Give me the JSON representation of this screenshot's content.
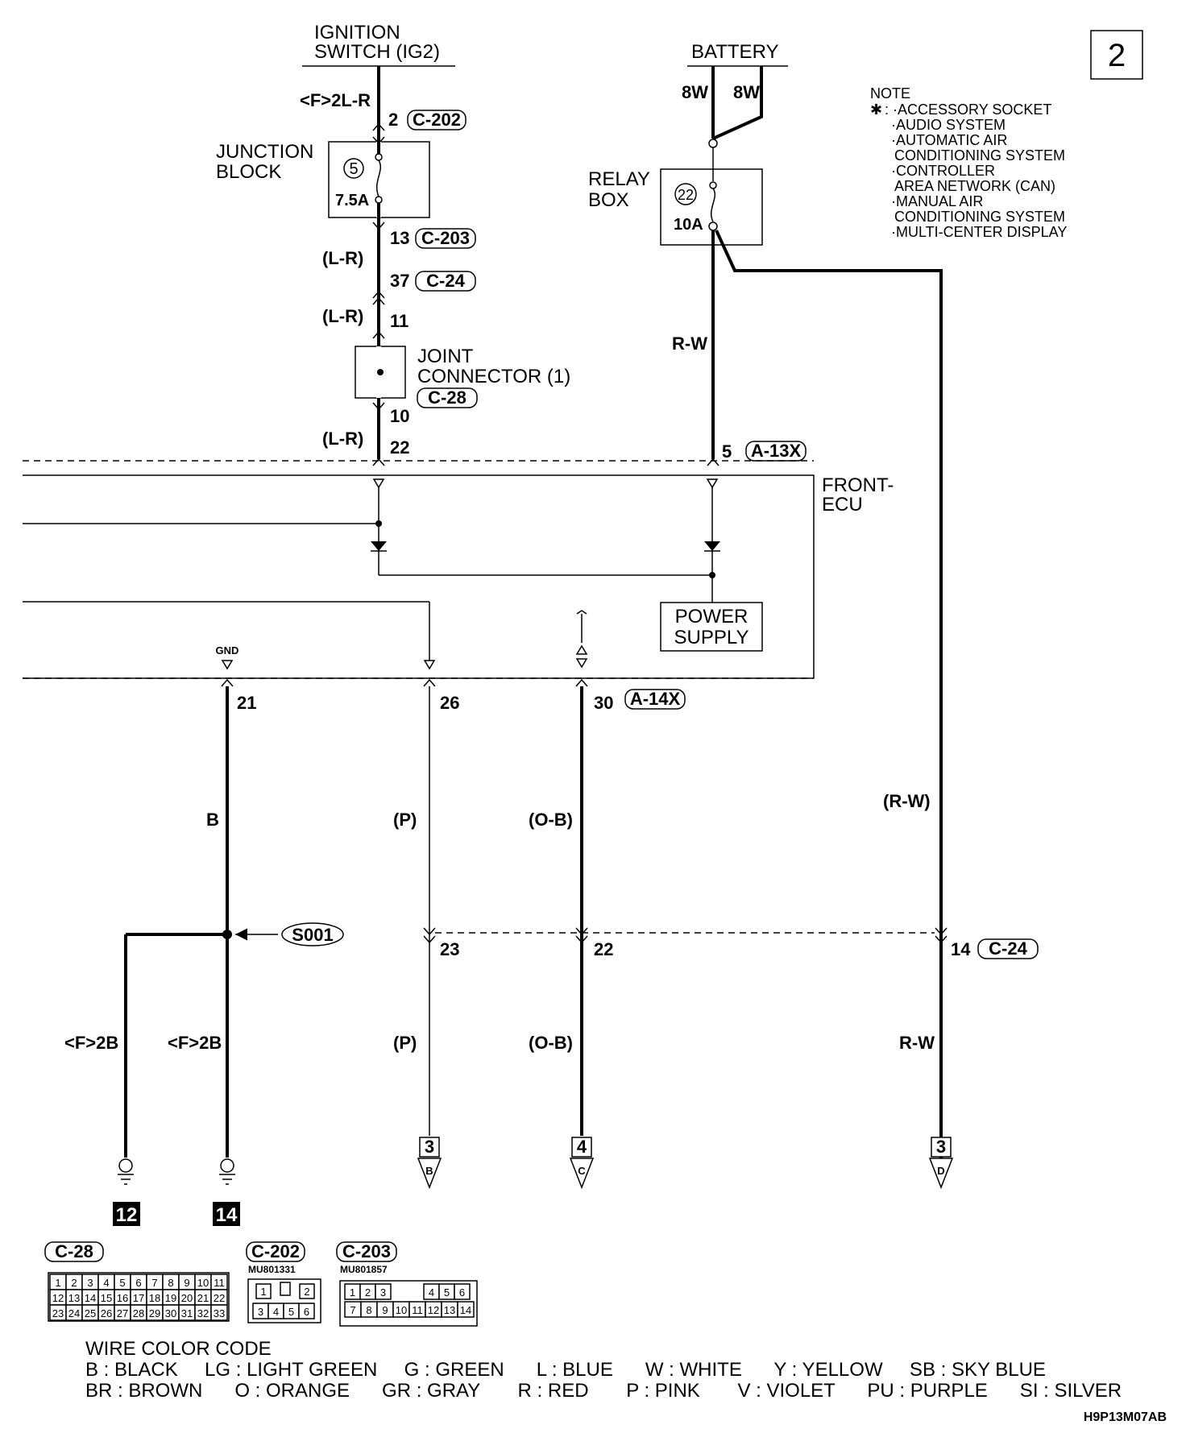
{
  "page_number": "2",
  "note": {
    "title": "NOTE",
    "star": "✱",
    "lines": [
      ": ·ACCESSORY SOCKET",
      "·AUDIO SYSTEM",
      "·AUTOMATIC AIR",
      "CONDITIONING SYSTEM",
      "·CONTROLLER",
      "AREA NETWORK (CAN)",
      "·MANUAL AIR",
      "CONDITIONING SYSTEM",
      "·MULTI-CENTER DISPLAY"
    ]
  },
  "ignition": {
    "label1": "IGNITION",
    "label2": "SWITCH (IG2)",
    "wire": "<F>2L-R",
    "pin": "2",
    "conn": "C-202"
  },
  "junction": {
    "label1": "JUNCTION",
    "label2": "BLOCK",
    "fuse_no": "5",
    "fuse_amp": "7.5A",
    "pin_out": "13",
    "conn_out": "C-203"
  },
  "lr_wire": "(L-R)",
  "c24a": {
    "pin": "37",
    "conn": "C-24"
  },
  "joint": {
    "label1": "JOINT",
    "label2": "CONNECTOR (1)",
    "conn": "C-28",
    "pin_in": "11",
    "pin_out": "10"
  },
  "ecu_pin22": "22",
  "battery": {
    "label": "BATTERY",
    "w1": "8W",
    "w2": "8W"
  },
  "relay": {
    "label1": "RELAY",
    "label2": "BOX",
    "fuse_no": "22",
    "fuse_amp": "10A",
    "wire": "R-W",
    "pin": "5",
    "conn": "A-13X"
  },
  "ecu": {
    "label1": "FRONT-",
    "label2": "ECU",
    "power1": "POWER",
    "power2": "SUPPLY",
    "gnd": "GND",
    "conn_bottom": "A-14X"
  },
  "bottom_pins": {
    "p21": "21",
    "p26": "26",
    "p30": "30"
  },
  "wires": {
    "b": "B",
    "p": "(P)",
    "ob": "(O-B)",
    "rw_paren": "(R-W)",
    "rw": "R-W",
    "f2b": "<F>2B"
  },
  "splice": "S001",
  "c24b": {
    "p23": "23",
    "p22": "22",
    "p14": "14",
    "conn": "C-24"
  },
  "grounds": [
    "12",
    "14"
  ],
  "offpage": [
    {
      "page": "3",
      "letter": "B"
    },
    {
      "page": "4",
      "letter": "C"
    },
    {
      "page": "3",
      "letter": "D"
    }
  ],
  "connectors": {
    "c28": {
      "name": "C-28",
      "rows": [
        [
          "1",
          "2",
          "3",
          "4",
          "5",
          "6",
          "7",
          "8",
          "9",
          "10",
          "11"
        ],
        [
          "12",
          "13",
          "14",
          "15",
          "16",
          "17",
          "18",
          "19",
          "20",
          "21",
          "22"
        ],
        [
          "23",
          "24",
          "25",
          "26",
          "27",
          "28",
          "29",
          "30",
          "31",
          "32",
          "33"
        ]
      ]
    },
    "c202": {
      "name": "C-202",
      "part": "MU801331",
      "row1": [
        "1",
        "2"
      ],
      "row2": [
        "3",
        "4",
        "5",
        "6"
      ]
    },
    "c203": {
      "name": "C-203",
      "part": "MU801857",
      "row1": [
        "1",
        "2",
        "3",
        "4",
        "5",
        "6"
      ],
      "row2": [
        "7",
        "8",
        "9",
        "10",
        "11",
        "12",
        "13",
        "14"
      ]
    }
  },
  "color_code": {
    "title": "WIRE COLOR CODE",
    "line1": "B : BLACK     LG : LIGHT GREEN     G : GREEN      L : BLUE      W : WHITE      Y : YELLOW     SB : SKY BLUE",
    "line2": "BR : BROWN      O : ORANGE      GR : GRAY       R : RED       P : PINK       V : VIOLET      PU : PURPLE      SI : SILVER"
  },
  "code": "H9P13M07AB"
}
